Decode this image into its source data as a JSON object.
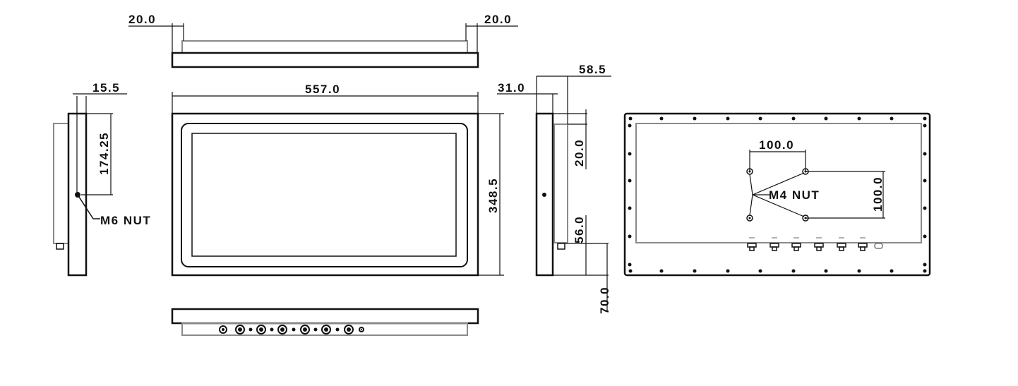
{
  "dimensions": {
    "top_left_offset": "20.0",
    "top_right_offset": "20.0",
    "width": "557.0",
    "height": "348.5",
    "side_thickness": "15.5",
    "nut_height": "174.25",
    "side_nut_label": "M6 NUT",
    "frame_depth": "31.0",
    "total_depth": "58.5",
    "right_top_offset": "20.0",
    "right_bottom_offset": "56.0",
    "right_connector_offset": "70.0",
    "vesa_horizontal": "100.0",
    "vesa_vertical": "100.0",
    "vesa_nut_label": "M4 NUT"
  },
  "colors": {
    "line": "#111111",
    "secondary_line": "#8a8a8a"
  }
}
